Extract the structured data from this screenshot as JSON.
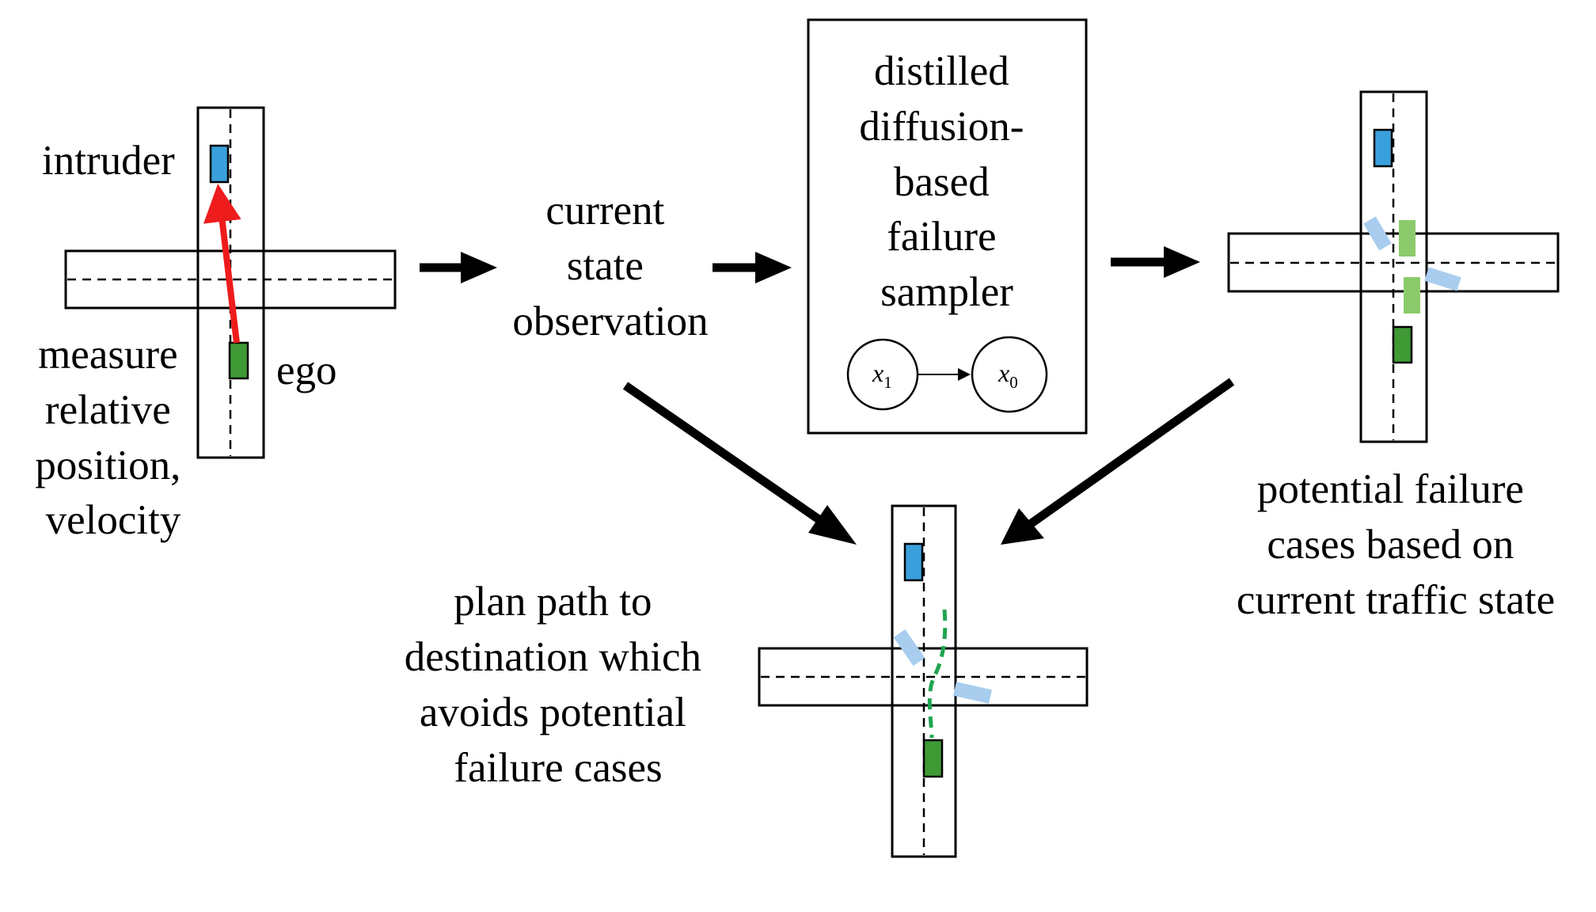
{
  "labels": {
    "intruder": "intruder",
    "ego": "ego",
    "measure": [
      "measure",
      "relative",
      "position,",
      "velocity"
    ],
    "observation": [
      "current",
      "state",
      "observation"
    ],
    "sampler": [
      "distilled",
      "diffusion-",
      "based",
      "failure",
      "sampler"
    ],
    "node_start": "x",
    "node_start_sub": "1",
    "node_end": "x",
    "node_end_sub": "0",
    "failures": [
      "potential failure",
      "cases based on",
      "current traffic state"
    ],
    "plan": [
      "plan path to",
      "destination which",
      "avoids potential",
      "failure cases"
    ]
  },
  "colors": {
    "intruder": "#3aa0dc",
    "ego": "#3f9a35",
    "measure_arrow": "#ee1c1c",
    "failure_region_blue": "#a9cdee",
    "failure_region_green": "#8ccb6c",
    "planned_path": "#1fa550"
  }
}
